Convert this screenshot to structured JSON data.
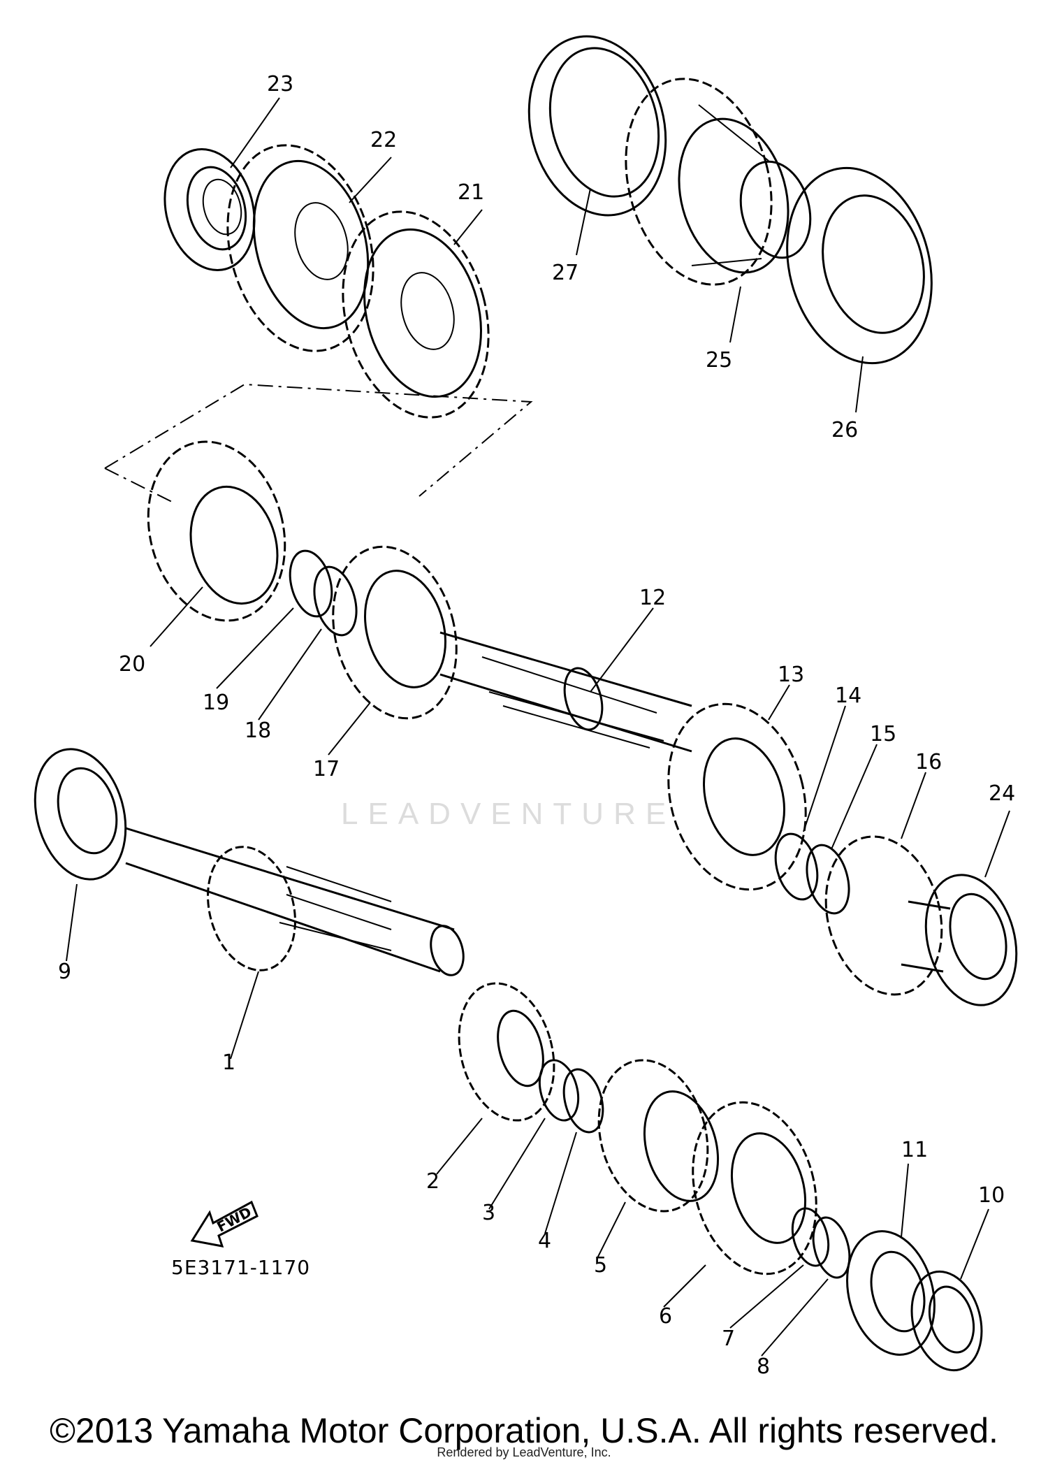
{
  "diagram": {
    "part_code": "5E3171-1170",
    "fwd_label": "FWD",
    "watermark": "LEADVENTURE",
    "copyright": "©2013 Yamaha Motor Corporation, U.S.A. All rights reserved.",
    "rendered_by": "Rendered by LeadVenture, Inc.",
    "callouts": [
      "1",
      "2",
      "3",
      "4",
      "5",
      "6",
      "7",
      "8",
      "9",
      "10",
      "11",
      "12",
      "13",
      "14",
      "15",
      "16",
      "17",
      "18",
      "19",
      "20",
      "21",
      "22",
      "23",
      "24",
      "25",
      "26",
      "27"
    ]
  }
}
